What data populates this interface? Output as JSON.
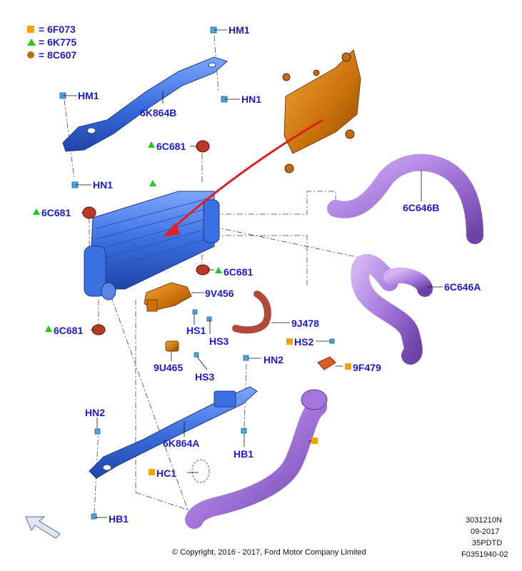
{
  "legend": [
    {
      "symbol": "square-icon",
      "color": "#f5a300",
      "text": "= 6F073"
    },
    {
      "symbol": "triangle-icon",
      "color": "#22c91f",
      "text": "= 6K775"
    },
    {
      "symbol": "circle-icon",
      "color": "#c06a1a",
      "text": "= 8C607"
    }
  ],
  "labels": {
    "hm1_top": "HM1",
    "hm1_left": "HM1",
    "hn1_right": "HN1",
    "k864b": "6K864B",
    "c681_top": "6C681",
    "hn1_left": "HN1",
    "c681_left": "6C681",
    "c646b": "6C646B",
    "c681_mid": "6C681",
    "c646a": "6C646A",
    "v456": "9V456",
    "hs1": "HS1",
    "hs3_a": "HS3",
    "j478": "9J478",
    "c681_bottom": "6C681",
    "hs2": "HS2",
    "f479": "9F479",
    "u465": "9U465",
    "hn2_right": "HN2",
    "hs3_b": "HS3",
    "hn2_left": "HN2",
    "k864a": "6K864A",
    "hb1_right": "HB1",
    "hc1": "HC1",
    "hb1_left": "HB1"
  },
  "meta": {
    "line1": "3031210N",
    "line2": "09-2017",
    "line3": "35PDTD",
    "line4": "F0351940-02"
  },
  "copyright": "© Copyright, 2016 - 2017, Ford Motor Company Limited",
  "colors": {
    "label": "#1a1ad0",
    "intercooler": "#3b6fd6",
    "bracket": "#3a63d8",
    "engine_part": "#d9820f",
    "hose": "#a77ad6",
    "rubber": "#b83a26",
    "arrow": "#e02020",
    "square": "#f5a300",
    "triangle": "#22c91f",
    "circle": "#c06a1a"
  }
}
